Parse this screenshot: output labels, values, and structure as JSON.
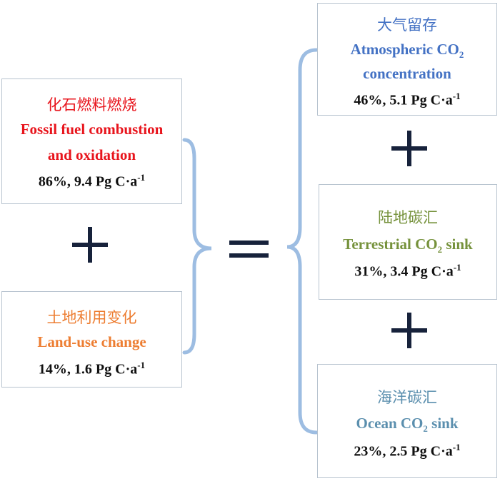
{
  "colors": {
    "red": "#e8141c",
    "orange": "#ed7d31",
    "blue": "#4472c4",
    "green": "#76923c",
    "teal": "#5b8fae",
    "brace": "#9dbde2",
    "operator": "#17223b"
  },
  "sources": [
    {
      "zh": "化石燃料燃烧",
      "en_line1": "Fossil fuel combustion",
      "en_line2": "and oxidation",
      "value_prefix": "86%, 9.4 Pg C·a",
      "value_exp": "-1"
    },
    {
      "zh": "土地利用变化",
      "en_line1": "Land-use change",
      "value_prefix": "14%, 1.6 Pg C·a",
      "value_exp": "-1"
    }
  ],
  "sinks": [
    {
      "zh": "大气留存",
      "en_line1_text": "Atmospheric  CO",
      "en_line1_sub": "2",
      "en_line2": "concentration",
      "value_prefix": "46%, 5.1 Pg C·a",
      "value_exp": "-1"
    },
    {
      "zh": "陆地碳汇",
      "en_pre": "Terrestrial CO",
      "en_sub": "2",
      "en_post": " sink",
      "value_prefix": "31%, 3.4 Pg C·a",
      "value_exp": "-1"
    },
    {
      "zh": "海洋碳汇",
      "en_pre": "Ocean CO",
      "en_sub": "2",
      "en_post": "  sink",
      "value_prefix": "23%, 2.5 Pg C·a",
      "value_exp": "-1"
    }
  ],
  "operators": {
    "plus": "+",
    "equals": "="
  }
}
